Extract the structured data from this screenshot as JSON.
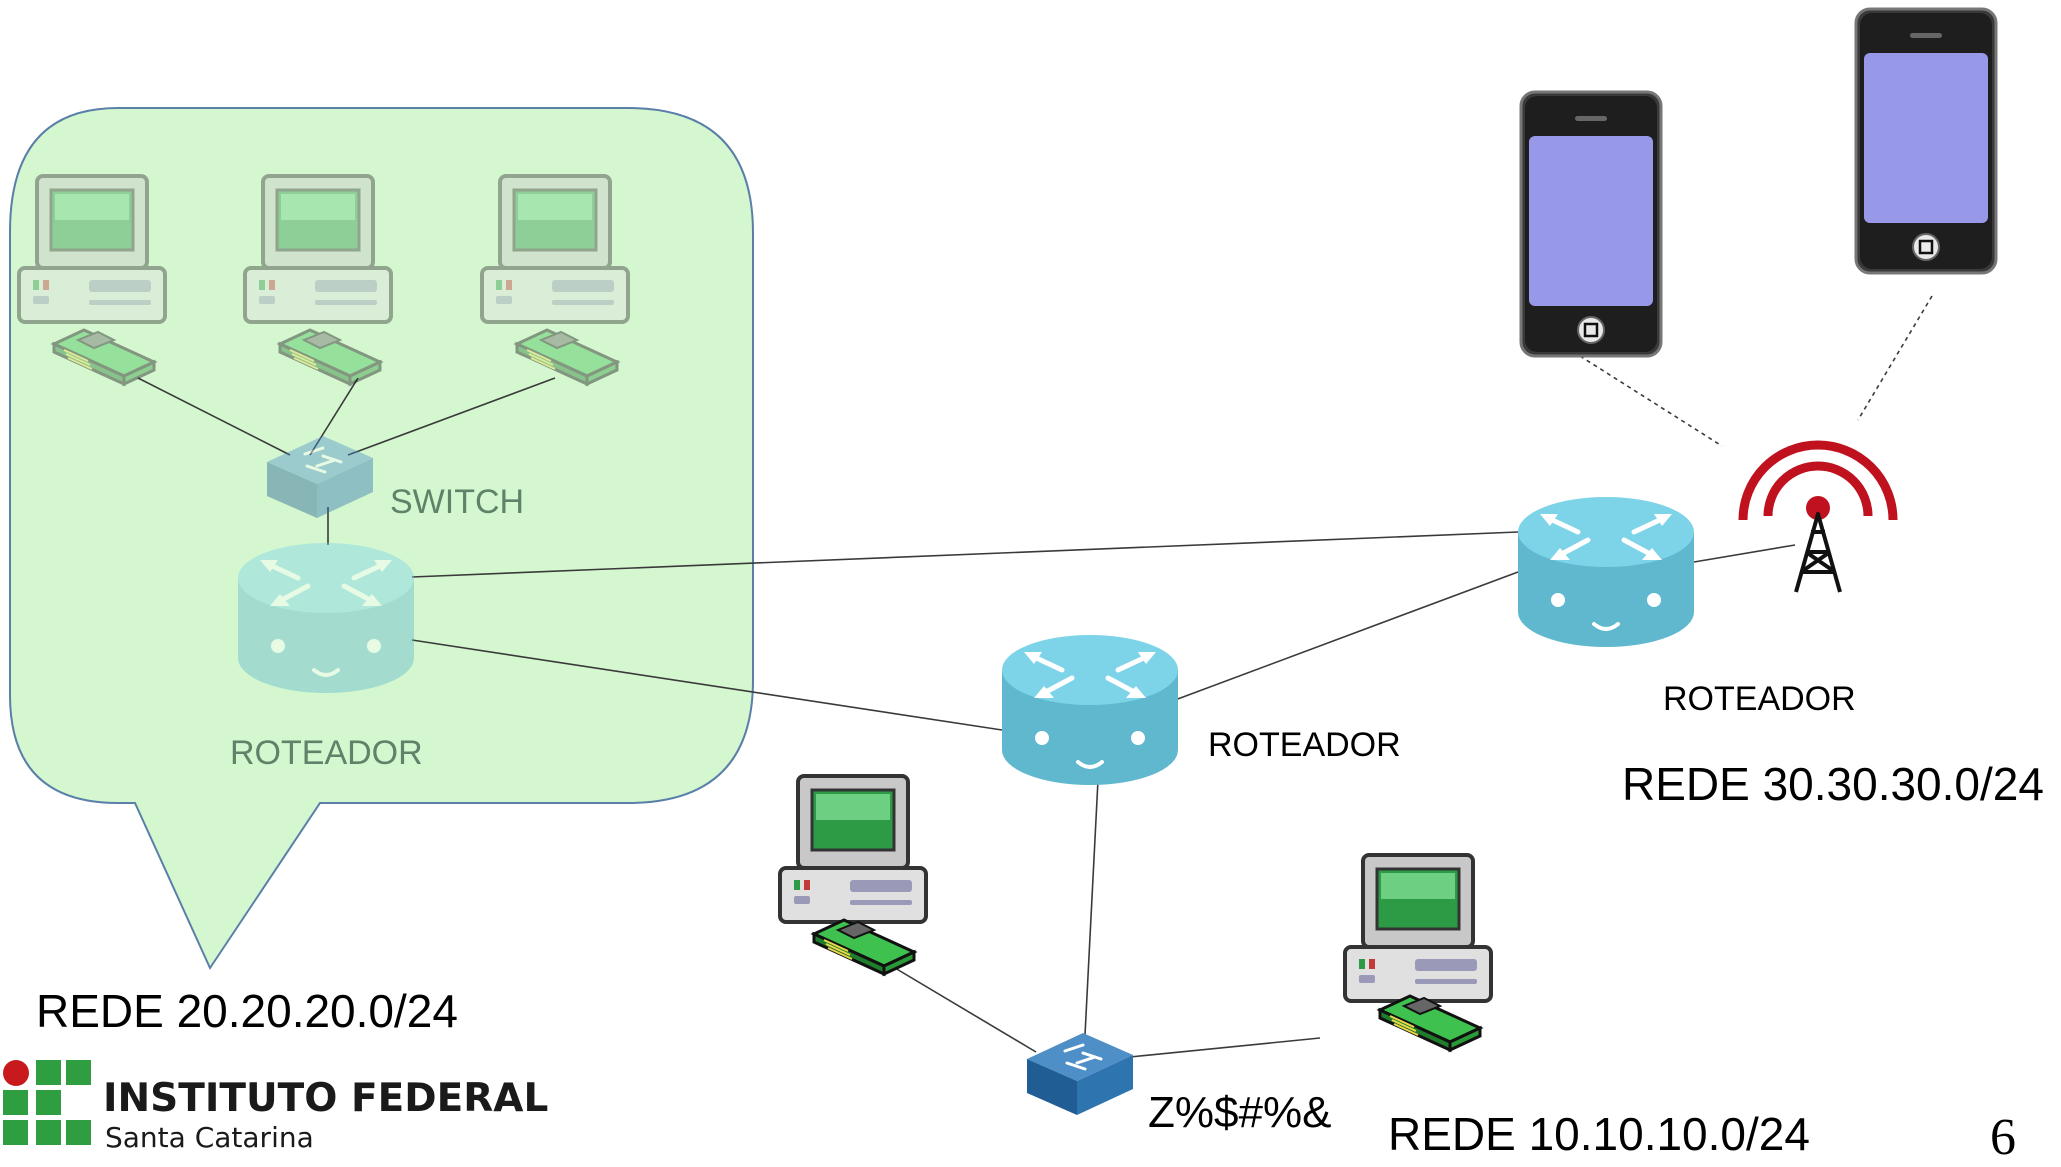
{
  "labels": {
    "switch_left": "SWITCH",
    "router_left": "ROTEADOR",
    "router_center": "ROTEADOR",
    "router_right": "ROTEADOR",
    "network_left": "REDE 20.20.20.0/24",
    "network_right": "REDE 30.30.30.0/24",
    "network_bottom": "REDE 10.10.10.0/24",
    "switch_bottom": "Z%$#%&",
    "page_number": "6"
  },
  "logo": {
    "title": "INSTITUTO FEDERAL",
    "subtitle": "Santa Catarina"
  },
  "colors": {
    "highlight_fill": "#d4f7d0",
    "highlight_stroke": "#5a7fa8",
    "router": "#6cc6dc",
    "switch_blue": "#2f6fa8",
    "wifi_red": "#c0111f",
    "phone_screen": "#9898e8",
    "logo_green": "#2f9e41",
    "logo_red": "#c8191e"
  }
}
